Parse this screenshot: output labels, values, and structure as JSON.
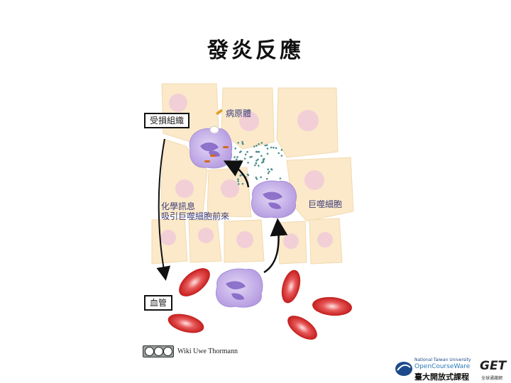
{
  "title": "發炎反應",
  "labels": {
    "pathogen": "病原體",
    "infected_tissue": "受損組織",
    "chemical_signal": "化學訊息",
    "attract_phagocytes": "吸引巨噬細胞前來",
    "phagocyte": "巨噬細胞",
    "blood_vessel": "血管"
  },
  "credit": "Wiki Uwe Thormann",
  "footer": {
    "ocw_top": "National Taiwan University",
    "ocw_name": "OpenCourseWare",
    "ocw_chinese": "臺大開放式課程",
    "get_logo": "GET",
    "get_sub": "全球通識網"
  },
  "colors": {
    "tissue_cell": "#fbe9c9",
    "nucleus": "#f2cfd6",
    "phagocyte": "#c9b3ec",
    "red_blood_cell": "#e03a3a",
    "chemical_dots": "#4f8f8f"
  }
}
